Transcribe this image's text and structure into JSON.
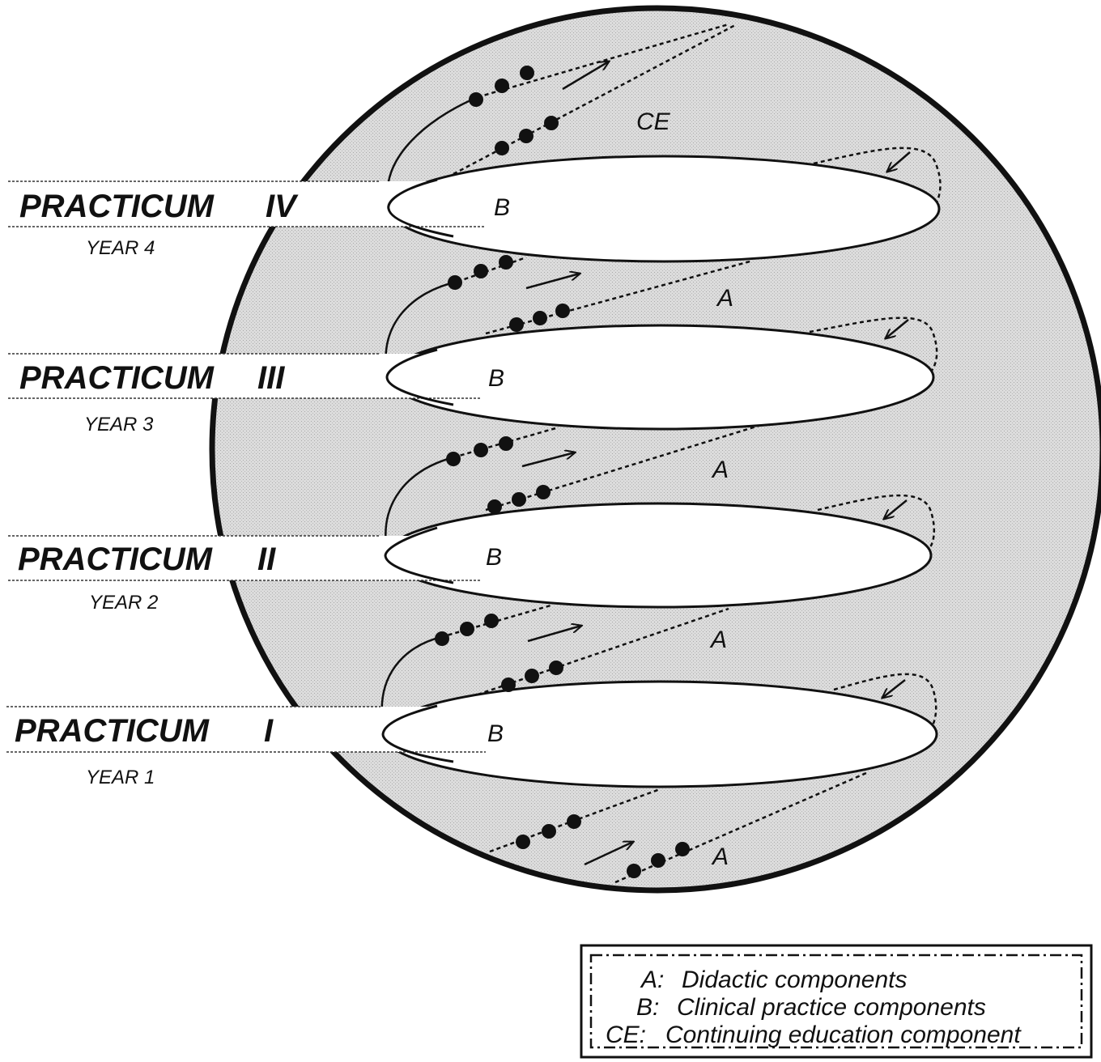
{
  "diagram": {
    "practica": [
      {
        "name": "PRACTICUM",
        "numeral": "IV",
        "year": "YEAR 4",
        "b_label": "B"
      },
      {
        "name": "PRACTICUM",
        "numeral": "III",
        "year": "YEAR 3",
        "b_label": "B"
      },
      {
        "name": "PRACTICUM",
        "numeral": "II",
        "year": "YEAR 2",
        "b_label": "B"
      },
      {
        "name": "PRACTICUM",
        "numeral": "I",
        "year": "YEAR 1",
        "b_label": "B"
      }
    ],
    "component_labels": {
      "ce": "CE",
      "a_year3_gap": "A",
      "a_year2_gap": "A",
      "a_year1_gap": "A",
      "a_bottom": "A"
    }
  },
  "legend": {
    "items": [
      {
        "key": "A:",
        "text": "Didactic components"
      },
      {
        "key": "B:",
        "text": "Clinical practice components"
      },
      {
        "key": "CE:",
        "text": "Continuing education component"
      }
    ]
  }
}
